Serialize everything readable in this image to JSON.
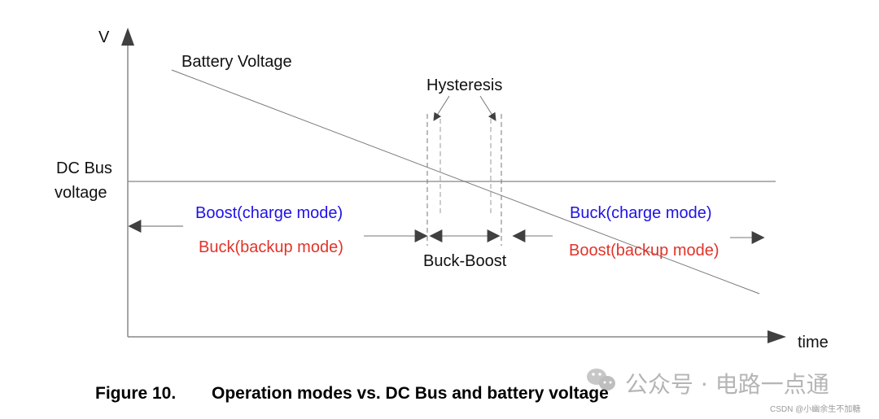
{
  "diagram": {
    "title": "Operation modes vs. DC Bus and battery voltage",
    "figure_number": "Figure 10.",
    "axes": {
      "y_label": "V",
      "x_label": "time"
    },
    "lines": {
      "battery": "Battery Voltage",
      "dc_bus": [
        "DC Bus",
        "voltage"
      ]
    },
    "hysteresis_label": "Hysteresis",
    "regions": {
      "left": {
        "charge": "Boost(charge mode)",
        "backup": "Buck(backup mode)"
      },
      "middle": "Buck-Boost",
      "right": {
        "charge": "Buck(charge mode)",
        "backup": "Boost(backup mode)"
      }
    },
    "colors": {
      "charge": "#1f12e6",
      "backup": "#e0342a",
      "axis": "#888888",
      "arrowhead": "#404040"
    }
  },
  "watermark": {
    "main": "公众号 · 电路一点通",
    "credit": "CSDN @小幽余生不加糖",
    "icon": "wechat-icon"
  }
}
